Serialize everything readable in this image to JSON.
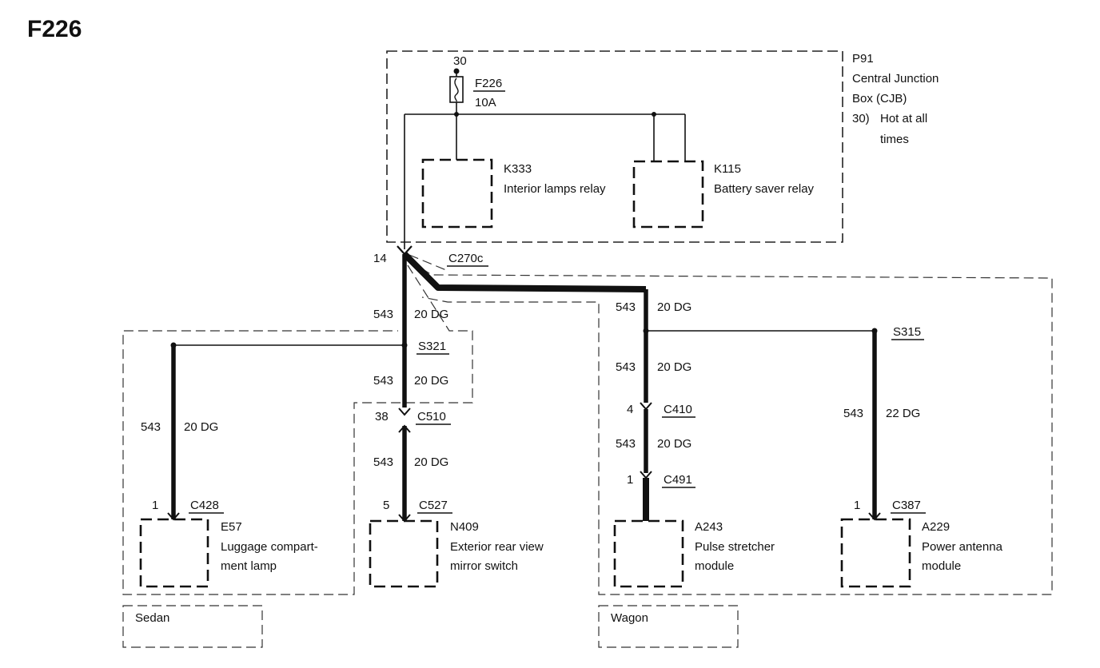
{
  "title": "F226",
  "cjb": {
    "name": "P91",
    "line1": "Central Junction",
    "line2": "Box (CJB)",
    "note_key": "30)",
    "note_line1": "Hot at all",
    "note_line2": "times",
    "feed_circuit": "30",
    "fuse_id": "F226",
    "fuse_rating": "10A",
    "relay1_id": "K333",
    "relay1_name": "Interior lamps relay",
    "relay2_id": "K115",
    "relay2_name": "Battery saver relay"
  },
  "connector_main": {
    "pin": "14",
    "id": "C270c"
  },
  "wires": {
    "trunk_left": {
      "circuit": "543",
      "gauge": "20 DG"
    },
    "trunk_right": {
      "circuit": "543",
      "gauge": "20 DG"
    },
    "s321_down": {
      "circuit": "543",
      "gauge": "20 DG"
    },
    "c510_down": {
      "circuit": "543",
      "gauge": "20 DG"
    },
    "e57_feed": {
      "circuit": "543",
      "gauge": "20 DG"
    },
    "wagon_down": {
      "circuit": "543",
      "gauge": "20 DG"
    },
    "c410_down": {
      "circuit": "543",
      "gauge": "20 DG"
    },
    "s315_down": {
      "circuit": "543",
      "gauge": "22 DG"
    }
  },
  "splices": {
    "s321": "S321",
    "s315": "S315"
  },
  "connectors": {
    "c510": {
      "pin": "38",
      "id": "C510"
    },
    "c428": {
      "pin": "1",
      "id": "C428"
    },
    "c527": {
      "pin": "5",
      "id": "C527"
    },
    "c410": {
      "pin": "4",
      "id": "C410"
    },
    "c491": {
      "pin": "1",
      "id": "C491"
    },
    "c387": {
      "pin": "1",
      "id": "C387"
    }
  },
  "components": {
    "e57": {
      "id": "E57",
      "line1": "Luggage compart-",
      "line2": "ment lamp"
    },
    "n409": {
      "id": "N409",
      "line1": "Exterior rear view",
      "line2": "mirror switch"
    },
    "a243": {
      "id": "A243",
      "line1": "Pulse stretcher",
      "line2": "module"
    },
    "a229": {
      "id": "A229",
      "line1": "Power antenna",
      "line2": "module"
    }
  },
  "variants": {
    "sedan": "Sedan",
    "wagon": "Wagon"
  }
}
